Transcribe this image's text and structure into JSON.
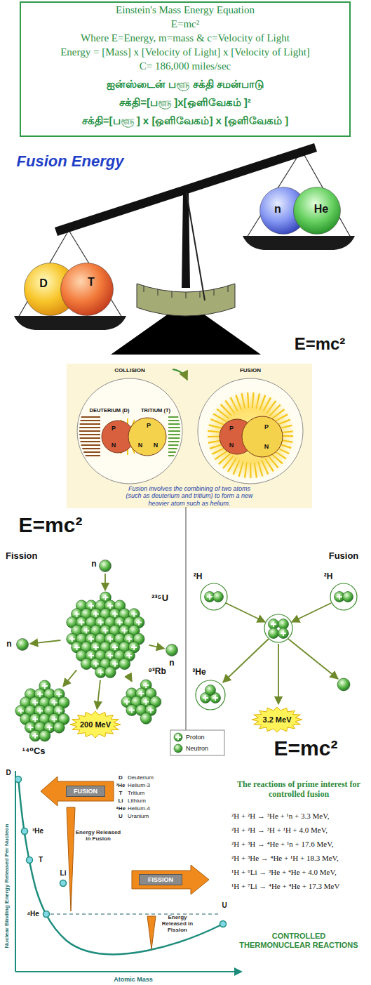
{
  "diagram": {
    "nodes": [
      {
        "text": [
          "Einstein's Mass Energy Equation",
          "E=mc²",
          "Where E=Energy, m=mass & c=Velocity of Light",
          "Energy = [Mass] x [Velocity of Light] x [Velocity of Light]",
          "C= 186,000 miles/sec",
          "ஐன்ஸ்டைன் பளூ சக்தி சமன்பாடு",
          "சக்தி=[பளூ ]x[ஒளிவேகம் ]²",
          "சக்தி=[பளூ ] x [ஒளிவேகம்] x [ஒளிவேகம் ]"
        ]
      },
      {
        "text": [
          "D"
        ]
      },
      {
        "text": [
          "T"
        ]
      },
      {
        "text": [
          "n"
        ]
      },
      {
        "text": [
          "He"
        ]
      },
      {
        "text": [
          "COLLISION",
          "FUSION",
          "Fusion involves the combining of two atoms (such as deuterium and tritium) to form a new heavier atom such as helium."
        ]
      },
      {
        "text": [
          "DEUTERIUM (D)",
          "TRITIUM (T)"
        ],
        "in": 5
      },
      {
        "text": [
          "P",
          "N"
        ],
        "in": 6
      },
      {
        "text": [
          "P",
          "N",
          "N"
        ],
        "in": 6
      },
      {
        "text": [
          "P",
          "N"
        ],
        "in": 5
      },
      {
        "text": [
          "P",
          "N"
        ],
        "in": 5
      },
      {
        "text": [
          "n"
        ]
      },
      {
        "text": [
          "²³⁵U"
        ]
      },
      {
        "text": [
          "n"
        ]
      },
      {
        "text": [
          "n"
        ]
      },
      {
        "text": [
          "¹⁴⁰Cs"
        ]
      },
      {
        "text": [
          "⁹³Rb"
        ]
      },
      {
        "text": [
          "200 MeV"
        ]
      },
      {
        "text": [
          "²H"
        ]
      },
      {
        "text": [
          "²H"
        ]
      },
      {
        "text": [
          "³He"
        ]
      },
      {
        "text": [
          "3.2 MeV"
        ]
      },
      {
        "text": [
          "D"
        ]
      },
      {
        "text": [
          "FUSION"
        ]
      },
      {
        "text": [
          "³He"
        ]
      },
      {
        "text": [
          "T"
        ]
      },
      {
        "text": [
          "Li"
        ]
      },
      {
        "text": [
          "FISSION"
        ]
      },
      {
        "text": [
          "⁴He"
        ]
      },
      {
        "text": [
          "U"
        ]
      }
    ],
    "edges": [
      {
        "from": 11,
        "to": 12,
        "arrow": "to"
      },
      {
        "from": 12,
        "to": 13,
        "arrow": "to"
      },
      {
        "from": 12,
        "to": 14,
        "arrow": "to"
      },
      {
        "from": 12,
        "to": 15,
        "arrow": "to"
      },
      {
        "from": 12,
        "to": 16,
        "arrow": "to"
      },
      {
        "from": 12,
        "to": 17,
        "arrow": "to"
      }
    ],
    "labels": [
      "Fusion Energy",
      "E=mc²",
      "E=mc²",
      "Fission",
      "Fusion",
      "E=mc²",
      "Nuclear Binding Energy Released Per Nucleon",
      "Atomic Mass",
      "D",
      "Deuterium",
      "³He",
      "Helium-3",
      "T",
      "Tritium",
      "Li",
      "Lithium",
      "⁴He",
      "Helium-4",
      "U",
      "Uranium",
      "Energy Released in Fusion",
      "Energy Released in Fission",
      "The reactions of prime interest for controlled fusion",
      "²H + ²H → ³He + ¹n + 3.3 MeV,",
      "²H + ²H → ³H + ¹H + 4.0 MeV,",
      "²H + ³H → ⁴He + ¹n + 17.6 MeV,",
      "²H + ³He → ⁴He + ¹H + 18.3 MeV,",
      "¹H + ⁶Li → ³He + ⁴He + 4.0 MeV,",
      "¹H + ⁷Li → ⁴He + ⁴He + 17.3 MeV",
      "CONTROLLED THERMONUCLEAR REACTIONS"
    ],
    "legend": [
      {
        "text": "Proton"
      },
      {
        "text": "Neutron"
      }
    ]
  }
}
